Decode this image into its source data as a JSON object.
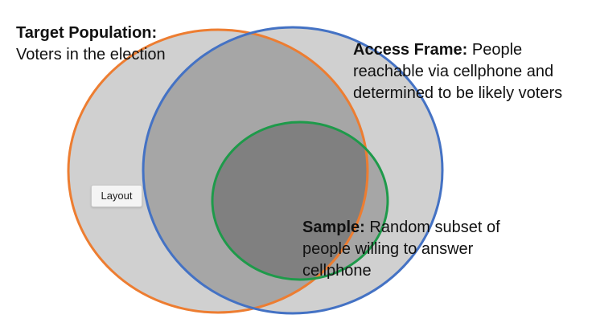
{
  "labels": {
    "target": {
      "heading": "Target Population:",
      "text": "Voters in the election"
    },
    "access": {
      "heading": "Access Frame:",
      "text": "People reachable via cellphone and determined to be likely voters"
    },
    "sample": {
      "heading": "Sample:",
      "text": "Random subset of people willing to answer cellphone"
    }
  },
  "button": {
    "label": "Layout"
  },
  "colors": {
    "target_stroke": "#ED7D31",
    "access_stroke": "#4472C4",
    "sample_stroke": "#1E9A4A",
    "fill_light": "#D0D0D0",
    "fill_mid": "#A6A6A6",
    "fill_dark": "#808080"
  }
}
